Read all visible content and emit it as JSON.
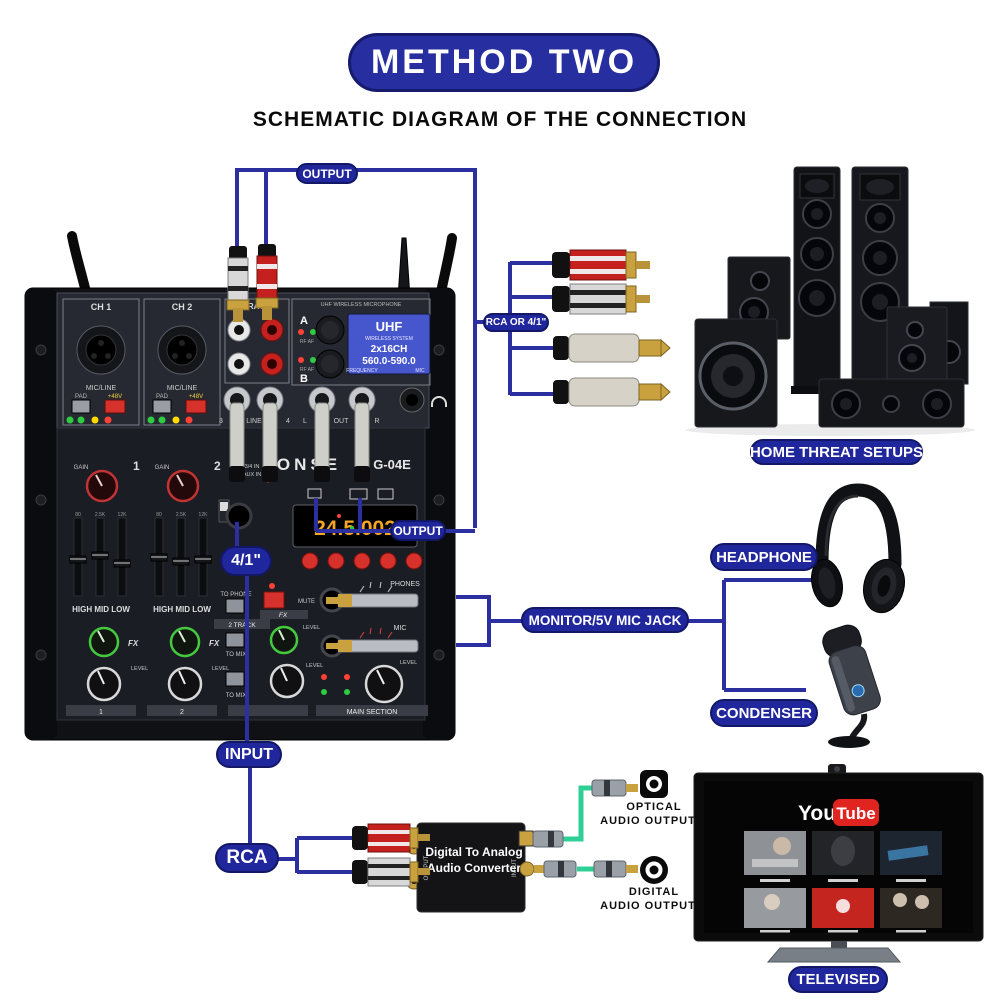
{
  "title": {
    "badge": "METHOD TWO",
    "heading": "SCHEMATIC DIAGRAM OF THE CONNECTION"
  },
  "labels": {
    "output_top": "OUTPUT",
    "rca_or": "RCA OR 4/1\"",
    "home_theater": "HOME THREAT SETUPS",
    "output_mid": "OUTPUT",
    "monitor": "MONITOR/5V MIC JACK",
    "headphone": "HEADPHONE",
    "condenser": "CONDENSER",
    "four_one": "4/1\"",
    "input": "INPUT",
    "rca": "RCA",
    "televised": "TELEVISED",
    "optical": "OPTICAL",
    "digital": "DIGITAL",
    "audio_output": "AUDIO OUTPUT"
  },
  "converter": {
    "line1": "Digital To Analog",
    "line2": "Audio Converter",
    "left_port": "OUTPUT",
    "right_port": "INPUT"
  },
  "tv": {
    "logo_you": "You",
    "logo_tube": "Tube"
  },
  "mixer": {
    "ch1": "CH 1",
    "ch2": "CH 2",
    "mic_line": "MIC/LINE",
    "pad": "PAD",
    "p48": "+48V",
    "track": "TRACK",
    "wireless_header": "UHF WIRELESS MICROPHONE",
    "a": "A",
    "b": "B",
    "rf_af": "RF AF",
    "lcd1": "UHF",
    "lcd2": "WIRELESS SYSTEM",
    "lcd3": "2x16CH",
    "lcd4": "560.0-590.0",
    "lcd5": "FREQUENCY",
    "lcd6": "MIC",
    "jack3": "3",
    "jack_line": "LINE",
    "jack4": "4",
    "jack_l": "L",
    "jack_out": "OUT",
    "jack_r": "R",
    "brand": "ONSE",
    "model": "G-04E",
    "display": "24.5.002",
    "gain": "GAIN",
    "num1": "1",
    "num2": "2",
    "eq_freqs_80": "80",
    "eq_freqs_25": "2.5K",
    "eq_freqs_12": "12K",
    "eq": "HIGH MID LOW",
    "aux1": "3/4 IN",
    "aux2": "AUX IN",
    "to_phone": "TO PHONE",
    "two_track": "2 TRACK",
    "to_mix": "TO MIX",
    "mute": "MUTE",
    "fx": "FX",
    "level": "LEVEL",
    "main_section": "MAIN SECTION",
    "phones": "PHONES",
    "mic": "MIC"
  },
  "colors": {
    "accent_blue": "#20269c",
    "wire_blue": "#2b2f9f",
    "green_cable": "#2fcf96",
    "lcd_blue": "#4656cc",
    "display_orange": "#f5a623",
    "rca_red": "#c4201d",
    "gold": "#c9a23f"
  }
}
